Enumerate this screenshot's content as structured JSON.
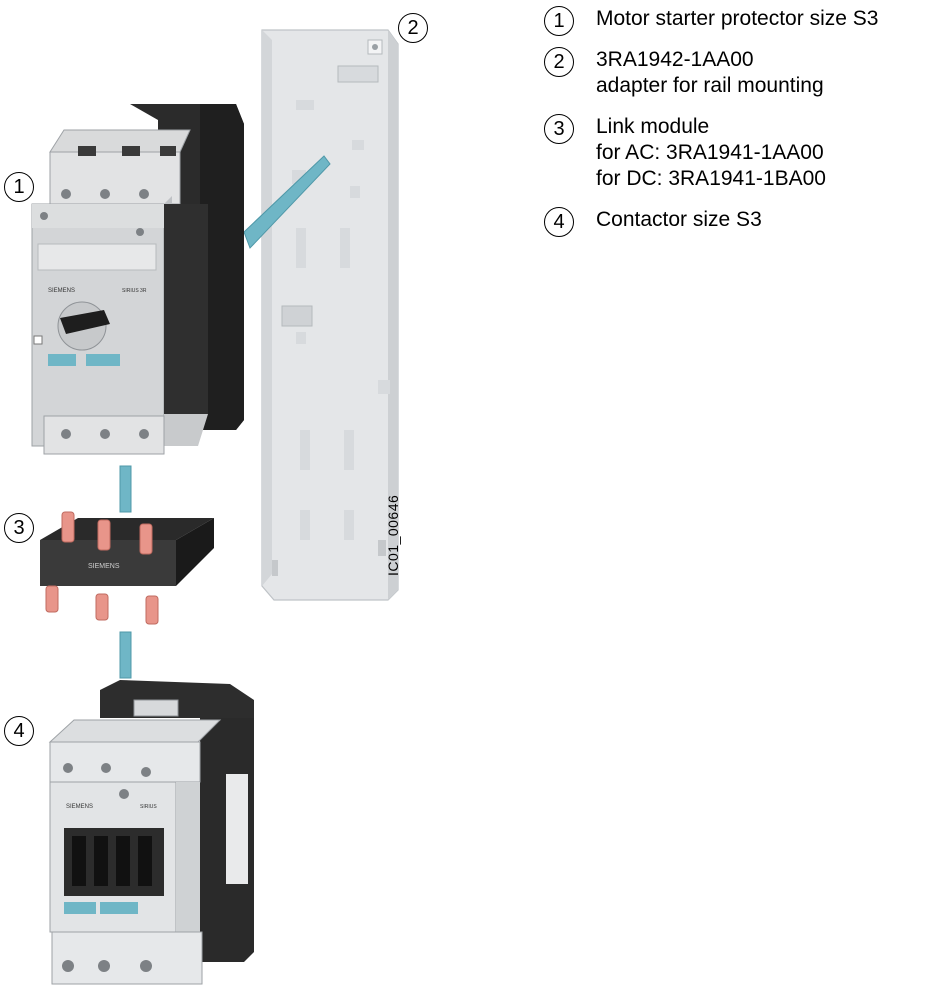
{
  "legend": [
    {
      "number": "1",
      "lines": [
        "Motor starter protector size S3"
      ]
    },
    {
      "number": "2",
      "lines": [
        "3RA1942-1AA00",
        "adapter for rail mounting"
      ]
    },
    {
      "number": "3",
      "lines": [
        "Link module",
        "for AC: 3RA1941-1AA00",
        "for DC: 3RA1941-1BA00"
      ]
    },
    {
      "number": "4",
      "lines": [
        "Contactor size S3"
      ]
    }
  ],
  "callouts": {
    "c1": "1",
    "c2": "2",
    "c3": "3",
    "c4": "4"
  },
  "drawing_id": "IC01_00646",
  "device_labels": {
    "protector_brand": "SIEMENS",
    "protector_model": "SIRIUS 3R",
    "link_brand": "SIEMENS",
    "contactor_brand": "SIEMENS",
    "contactor_model": "SIRIUS"
  },
  "colors": {
    "housing_light": "#d9dadb",
    "housing_dark": "#2b2b2b",
    "label_teal": "#6fb6c6",
    "link_copper": "#e8958a",
    "rail_adapter": "#e4e6e8",
    "contactor_light": "#e6e8ea"
  }
}
